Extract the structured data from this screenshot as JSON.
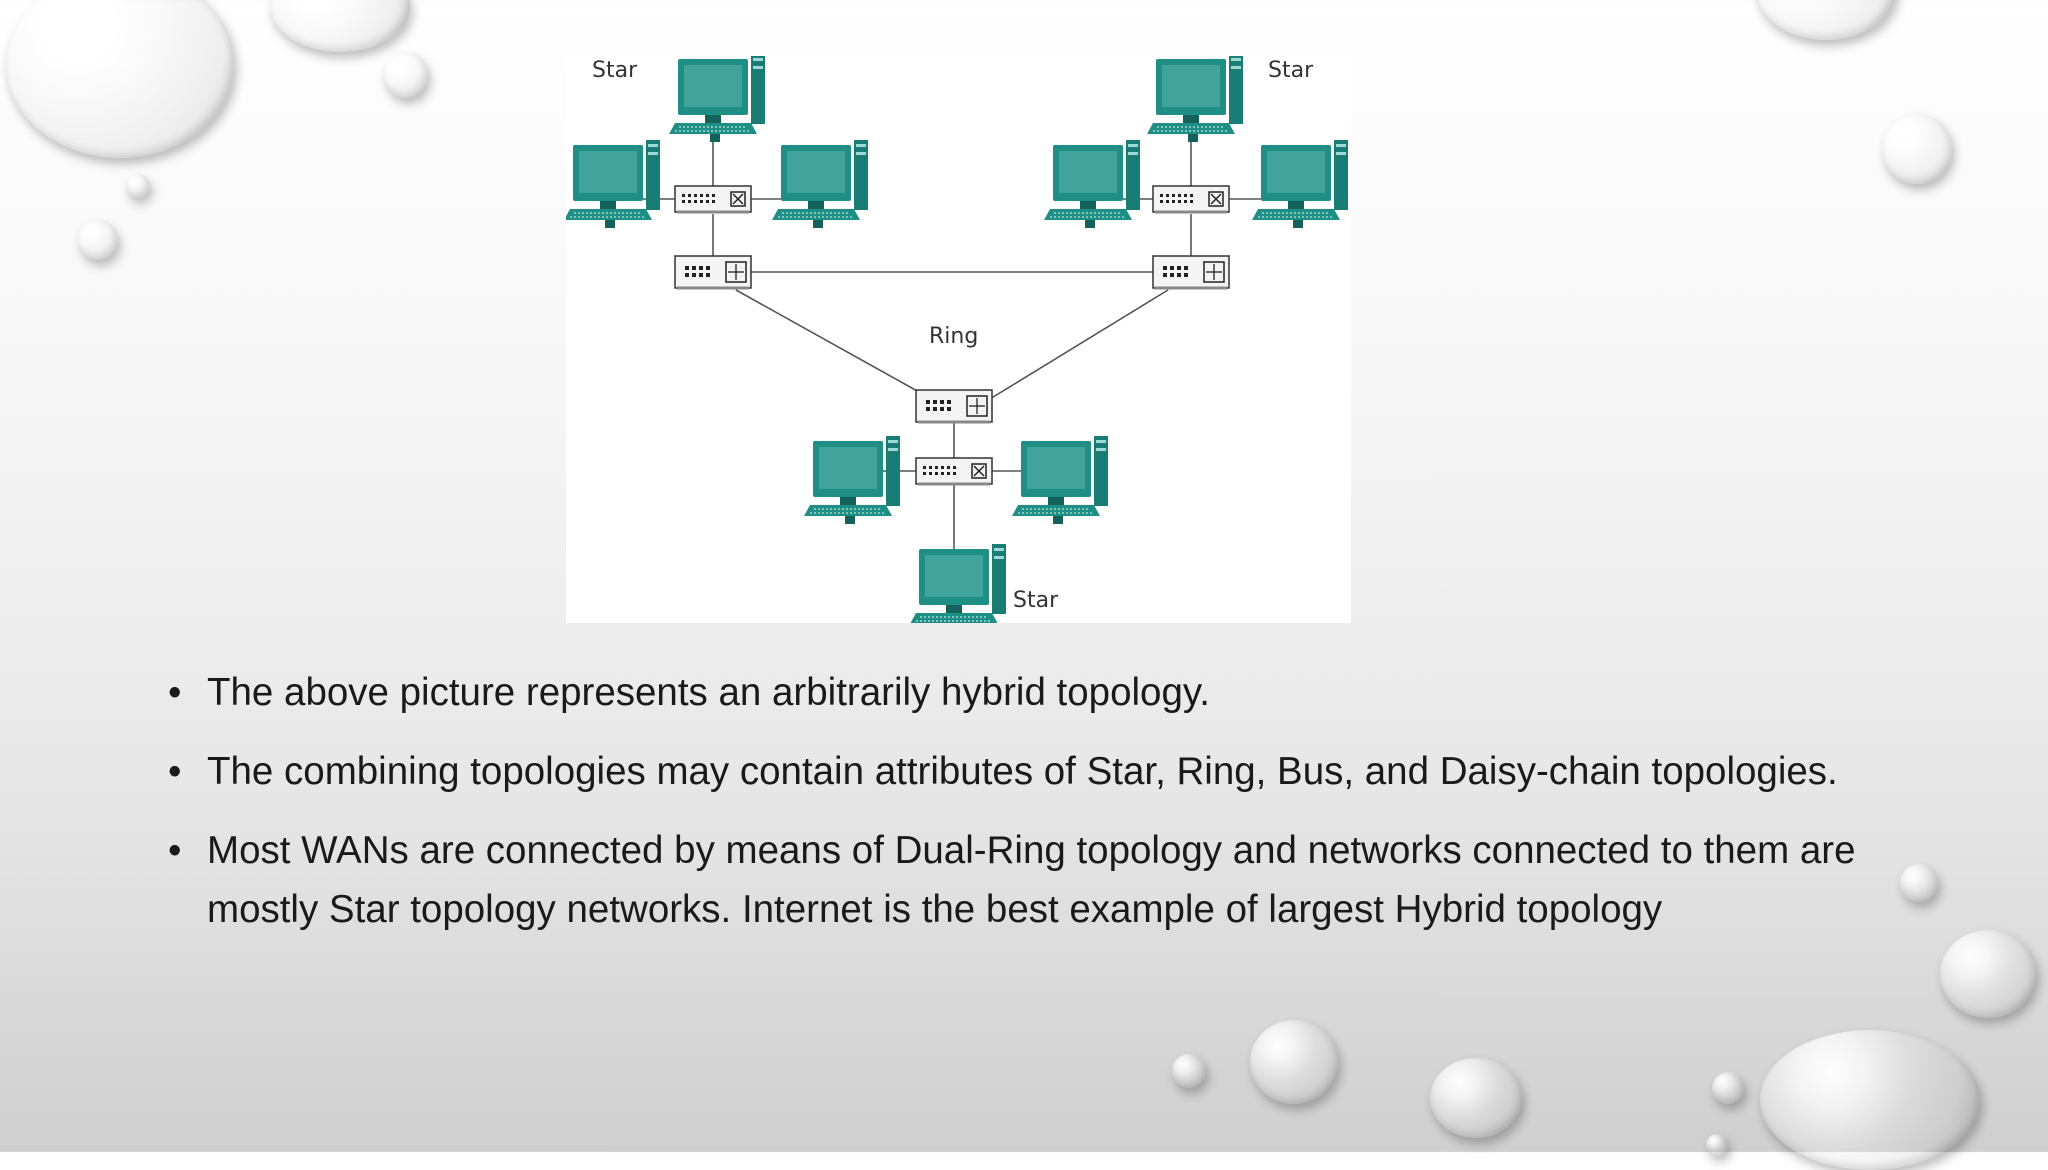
{
  "diagram": {
    "labels": {
      "star_top_left": "Star",
      "star_top_right": "Star",
      "ring": "Ring",
      "star_bottom": "Star"
    }
  },
  "bullets": [
    {
      "marker": "•",
      "text": "The above picture represents an arbitrarily hybrid topology."
    },
    {
      "marker": "•",
      "text": "The combining topologies may contain attributes of Star, Ring, Bus, and Daisy-chain topologies."
    },
    {
      "marker": "•",
      "text": "Most WANs are connected by means of Dual-Ring topology and networks connected to them are mostly Star topology networks. Internet is the best example of largest Hybrid topology"
    }
  ],
  "colors": {
    "computer": "#1f8f86",
    "computer_dark": "#14625c",
    "link": "#555555",
    "text": "#1a1a1a"
  }
}
